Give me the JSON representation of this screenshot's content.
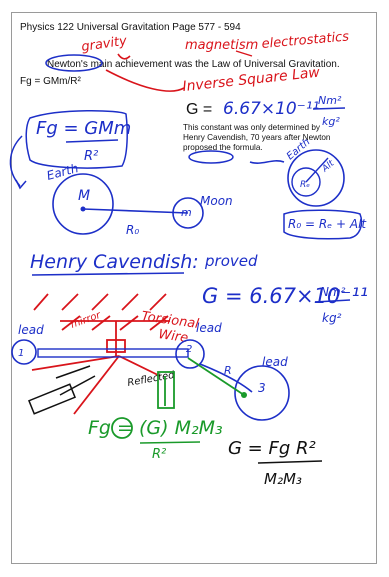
{
  "header": "Physics 122 Universal Gravitation Page 577 - 594",
  "typed": {
    "line1": "Newton's main achievement was the Law of Universal Gravitation.",
    "formula": "Fg = GMm/R²",
    "g_label": "G = ",
    "note": "This constant was only determined by Henry Cavendish, 70 years after Newton proposed the formula."
  },
  "handwriting": {
    "gravity": "gravity",
    "magnetism": "magnetism",
    "electrostatics": "electrostatics",
    "inverse_square": "Inverse Square Law",
    "g_value_top": "6.67×10⁻¹¹",
    "g_units_num": "Nm²",
    "g_units_den": "kg²",
    "fg_formula": "Fg = GMm",
    "fg_den": "R²",
    "earth": "Earth",
    "moon": "Moon",
    "m_big": "M",
    "m_small": "m",
    "r0": "R₀",
    "earth2": "Earth",
    "r_e": "Rₑ",
    "alt": "Alt",
    "r0_eq": "R₀ = Rₑ + Alt",
    "henry": "Henry Cavendish:",
    "proved": "proved",
    "g_value2": "G = 6.67×10⁻¹¹",
    "nm2": "Nm²",
    "kg2": "kg²",
    "mirror": "mirror",
    "torsional": "Torsional",
    "wire": "Wire",
    "lead1": "lead",
    "lead2": "lead",
    "lead3": "lead",
    "n1": "1",
    "n2": "2",
    "n3": "3",
    "r": "R",
    "reflected": "Reflected",
    "fg_green": "Fg = (G) M₂M₃",
    "r2_green": "R²",
    "g_solve": "G = Fg R²",
    "g_solve_den": "M₂M₃"
  }
}
